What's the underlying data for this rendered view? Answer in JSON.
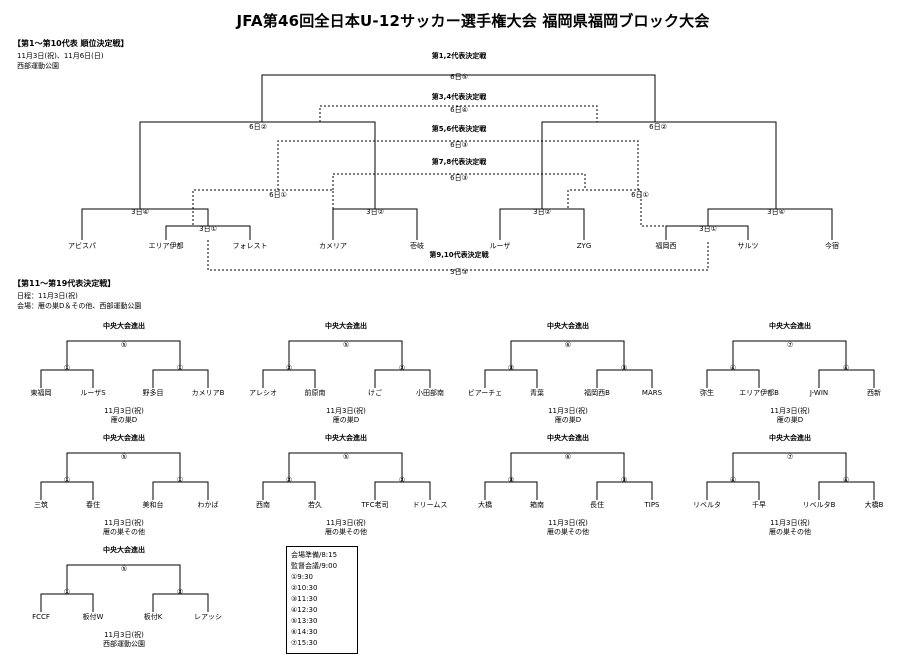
{
  "title": "JFA第46回全日本U-12サッカー選手権大会 福岡県福岡ブロック大会",
  "section1": {
    "header": "【第1～第10代表 順位決定戦】",
    "dates": "11月3日(祝)、11月6日(日)",
    "venue": "西部運動公園",
    "teams": [
      "アビスパ",
      "エリア伊都",
      "フォレスト",
      "カメリア",
      "壱岐",
      "ルーザ",
      "ZYG",
      "福岡西",
      "サルツ",
      "今宿"
    ],
    "matches": {
      "m_a": "3日④",
      "m_b": "3日①",
      "m_c": "3日②",
      "m_d": "3日②",
      "m_e": "3日①",
      "m_f": "3日④",
      "sf_left": "6日②",
      "sf_right": "6日②",
      "q_left": "6日①",
      "q_right": "6日①"
    },
    "finals": [
      {
        "label": "第1,2代表決定戦",
        "code": "6日⑤"
      },
      {
        "label": "第3,4代表決定戦",
        "code": "6日④"
      },
      {
        "label": "第5,6代表決定戦",
        "code": "6日③"
      },
      {
        "label": "第7,8代表決定戦",
        "code": "6日③"
      },
      {
        "label": "第9,10代表決定戦",
        "code": "3日③"
      }
    ]
  },
  "section2": {
    "header": "【第11～第19代表決定戦】",
    "date_line": "日程：11月3日(祝)",
    "venue_line": "会場：雁の巣D＆その他、西部運動公園"
  },
  "blocks": [
    {
      "heading": "中央大会進出",
      "final": "⑤",
      "left": "①",
      "right": "①",
      "teams": [
        "東福岡",
        "ルーザS",
        "野多目",
        "カメリアB"
      ],
      "date": "11月3日(祝)",
      "venue": "雁の巣D"
    },
    {
      "heading": "中央大会進出",
      "final": "⑤",
      "left": "②",
      "right": "②",
      "teams": [
        "アレシオ",
        "前原南",
        "けご",
        "小田部南"
      ],
      "date": "11月3日(祝)",
      "venue": "雁の巣D"
    },
    {
      "heading": "中央大会進出",
      "final": "⑥",
      "left": "③",
      "right": "③",
      "teams": [
        "ビアーチェ",
        "青葉",
        "福岡西B",
        "MARS"
      ],
      "date": "11月3日(祝)",
      "venue": "雁の巣D"
    },
    {
      "heading": "中央大会進出",
      "final": "⑦",
      "left": "④",
      "right": "④",
      "teams": [
        "弥生",
        "エリア伊都B",
        "J-WIN",
        "西新"
      ],
      "date": "11月3日(祝)",
      "venue": "雁の巣D"
    },
    {
      "heading": "中央大会進出",
      "final": "⑤",
      "left": "①",
      "right": "①",
      "teams": [
        "三筑",
        "春住",
        "美和台",
        "わかば"
      ],
      "date": "11月3日(祝)",
      "venue": "雁の巣その他"
    },
    {
      "heading": "中央大会進出",
      "final": "⑤",
      "left": "②",
      "right": "②",
      "teams": [
        "西南",
        "若久",
        "TFC老司",
        "ドリームス"
      ],
      "date": "11月3日(祝)",
      "venue": "雁の巣その他"
    },
    {
      "heading": "中央大会進出",
      "final": "⑥",
      "left": "③",
      "right": "③",
      "teams": [
        "大橋",
        "箱南",
        "長住",
        "TIPS"
      ],
      "date": "11月3日(祝)",
      "venue": "雁の巣その他"
    },
    {
      "heading": "中央大会進出",
      "final": "⑦",
      "left": "④",
      "right": "④",
      "teams": [
        "リベルタ",
        "千早",
        "リベルタB",
        "大橋B"
      ],
      "date": "11月3日(祝)",
      "venue": "雁の巣その他"
    },
    {
      "heading": "中央大会進出",
      "final": "⑤",
      "left": "①",
      "right": "②",
      "teams": [
        "FCCF",
        "板付W",
        "板付K",
        "レアッシ"
      ],
      "date": "11月3日(祝)",
      "venue": "西部運動公園"
    }
  ],
  "schedule": [
    "会場準備/8:15",
    "監督会議/9:00",
    "①9:30",
    "②10:30",
    "③11:30",
    "④12:30",
    "⑤13:30",
    "⑥14:30",
    "⑦15:30"
  ]
}
